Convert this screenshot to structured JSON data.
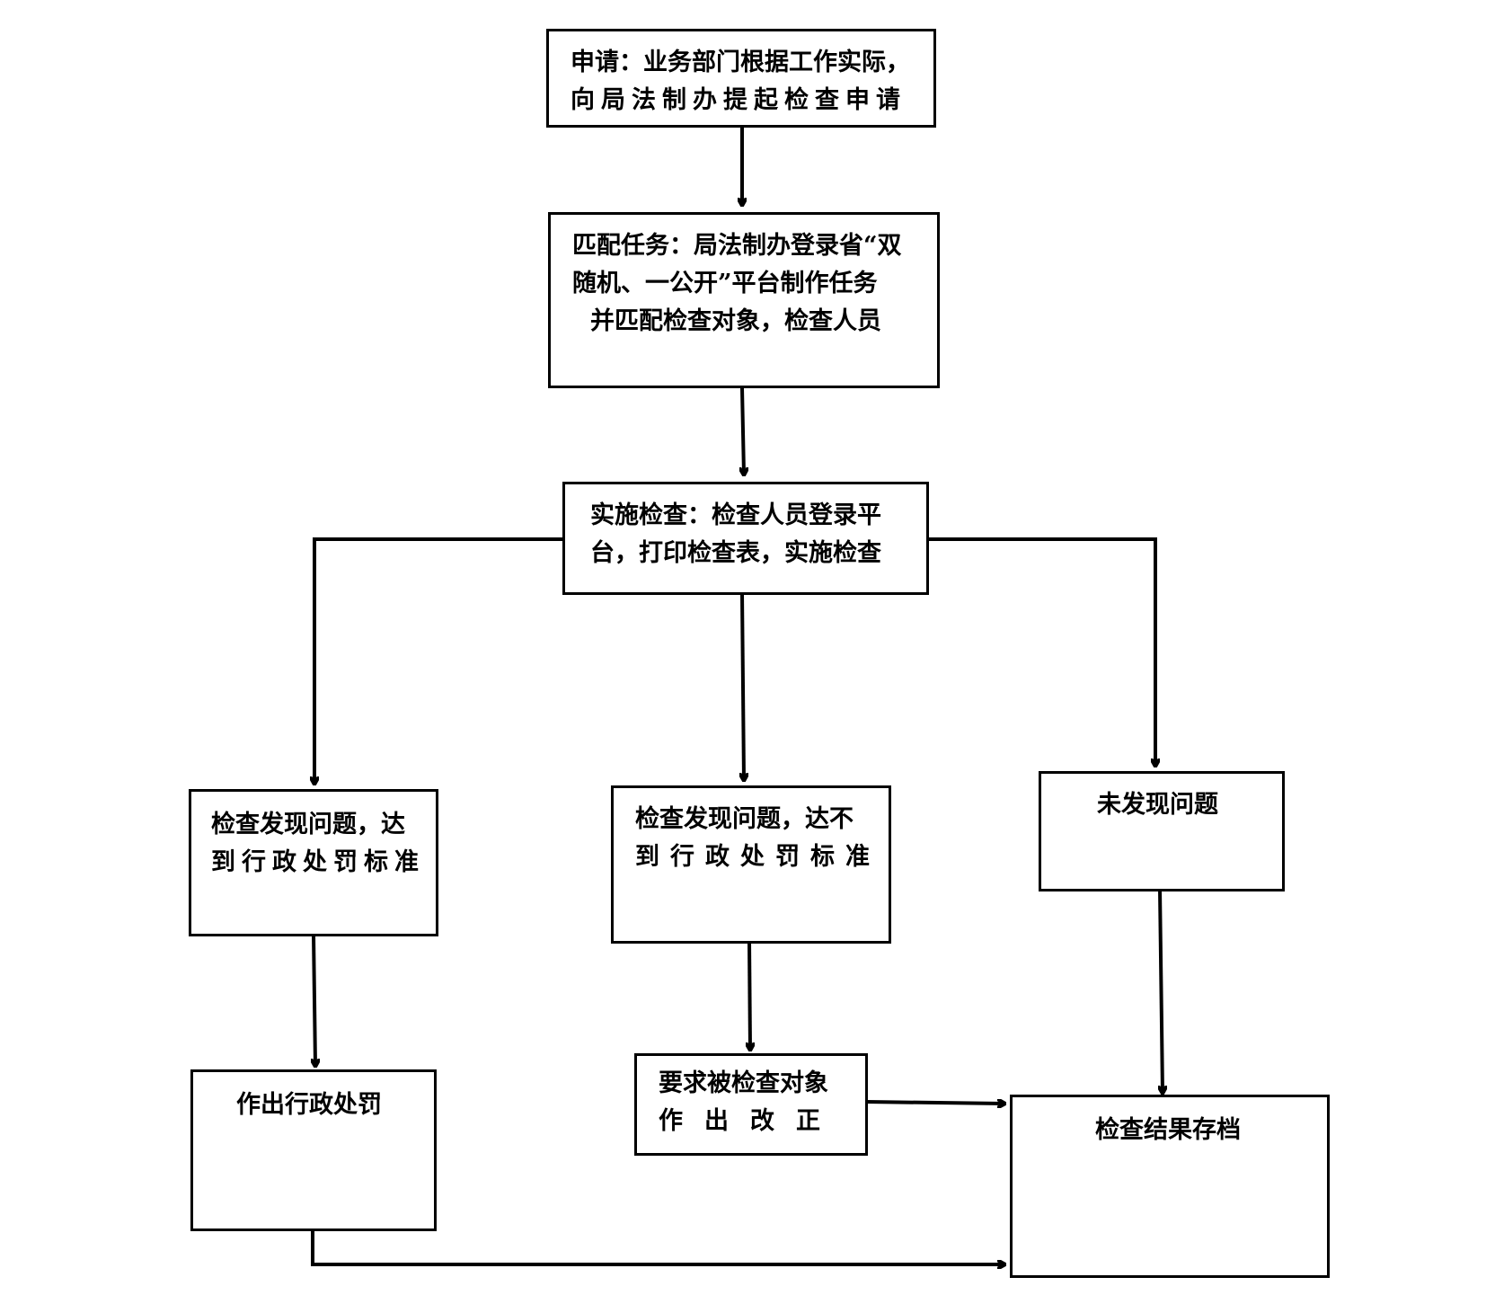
{
  "diagram": {
    "type": "flowchart",
    "nodes": {
      "apply": {
        "lines": [
          "申请：业务部门根据工作实际，",
          "向局法制办提起检查申请"
        ]
      },
      "match": {
        "lines": [
          "匹配任务：局法制办登录省“双",
          "随机、一公开”平台制作任务",
          "并匹配检查对象，检查人员"
        ]
      },
      "inspect": {
        "lines": [
          "实施检查：检查人员登录平",
          "台，打印检查表，实施检查"
        ]
      },
      "penalty_found": {
        "lines": [
          "检查发现问题，达",
          "到行政处罚标准"
        ]
      },
      "below_penalty": {
        "lines": [
          "检查发现问题，达不",
          "到行政处罚标准"
        ]
      },
      "no_issue": {
        "lines": [
          "未发现问题"
        ]
      },
      "make_penalty": {
        "lines": [
          "作出行政处罚"
        ]
      },
      "require_fix": {
        "lines": [
          "要求被检查对象",
          "作出改正"
        ]
      },
      "archive": {
        "lines": [
          "检查结果存档"
        ]
      }
    },
    "edges": [
      [
        "apply",
        "match"
      ],
      [
        "match",
        "inspect"
      ],
      [
        "inspect",
        "penalty_found"
      ],
      [
        "inspect",
        "below_penalty"
      ],
      [
        "inspect",
        "no_issue"
      ],
      [
        "penalty_found",
        "make_penalty"
      ],
      [
        "below_penalty",
        "require_fix"
      ],
      [
        "no_issue",
        "archive"
      ],
      [
        "require_fix",
        "archive"
      ],
      [
        "make_penalty",
        "archive"
      ]
    ]
  }
}
